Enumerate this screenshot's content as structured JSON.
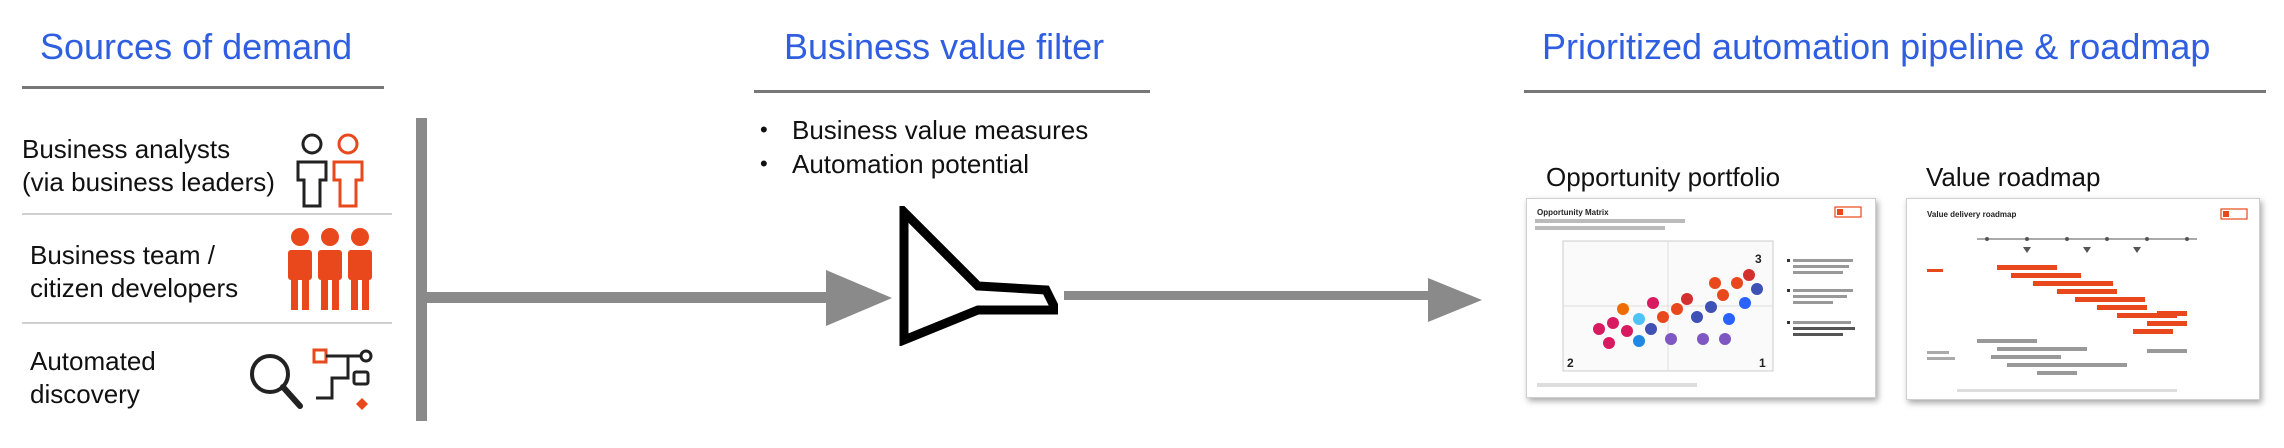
{
  "sources": {
    "heading": "Sources of demand",
    "items": [
      {
        "label": "Business analysts\n(via business leaders)",
        "icon": "people-pair-icon"
      },
      {
        "label": "Business team /\ncitizen developers",
        "icon": "team-icon"
      },
      {
        "label": "Automated\ndiscovery",
        "icon": "magnifier-process-icon"
      }
    ]
  },
  "filter": {
    "heading": "Business value filter",
    "bullets": [
      "Business value measures",
      "Automation potential"
    ],
    "icon": "funnel-icon"
  },
  "pipeline": {
    "heading": "Prioritized automation pipeline & roadmap",
    "portfolio": {
      "title": "Opportunity portfolio",
      "slide_title": "Opportunity Matrix",
      "slide_subtitle": "Categorizing 100+ identified use cases against the value-complexity matrix highlighting quick wins versus transformational use cases",
      "quadrants": [
        "3",
        "2",
        "1"
      ]
    },
    "roadmap": {
      "title": "Value roadmap",
      "slide_title": "Value delivery roadmap"
    }
  },
  "colors": {
    "heading": "#2f5fe0",
    "accent": "#e8481b",
    "arrow": "#8a8a8a",
    "rule": "#777777"
  }
}
